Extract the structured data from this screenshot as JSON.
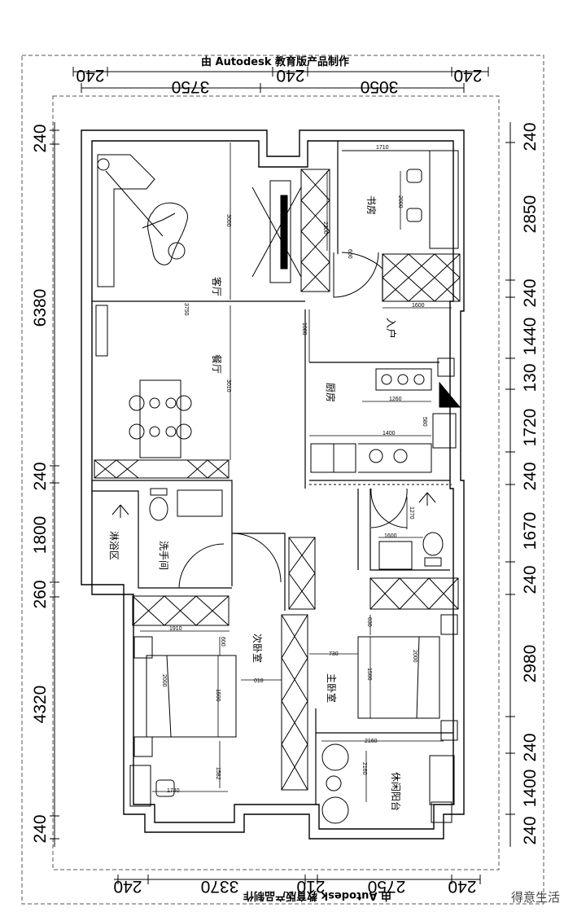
{
  "watermark": {
    "top": "由 Autodesk 教育版产品制作",
    "bottom": "由 Autodesk 教育版产品制作",
    "corner": "得意生活"
  },
  "dimensions": {
    "top": [
      "240",
      "240",
      "240",
      "3750",
      "3050"
    ],
    "bottom": [
      "240",
      "3370",
      "210",
      "2750",
      "240"
    ],
    "left": [
      "240",
      "6380",
      "240",
      "1800",
      "260",
      "4320",
      "240"
    ],
    "right": [
      "240",
      "2850",
      "240",
      "1440",
      "130",
      "1720",
      "240",
      "1670",
      "240",
      "2980",
      "240",
      "1400",
      "240"
    ]
  },
  "rooms": {
    "living": "客厅",
    "dining": "餐厅",
    "study": "书房",
    "entry": "入户",
    "kitchen": "厨房",
    "shower": "淋浴区",
    "washroom": "洗手间",
    "second_bedroom": "次卧室",
    "master_bedroom": "主卧室",
    "balcony": "休闲阳台"
  },
  "inner_dims": {
    "d3000": "3000",
    "d3750": "3750",
    "d3010": "3010",
    "d1710": "1710",
    "d2000a": "2000",
    "d2300": "2300",
    "d600": "600",
    "d1600a": "1600",
    "d1080": "1080",
    "d1260": "1260",
    "d1400": "1400",
    "d580": "580",
    "d1910": "1910",
    "d1270": "1270",
    "d1600b": "1600",
    "d600b": "600",
    "d2000b": "2000",
    "d1500a": "1500",
    "d018": "018",
    "d730": "730",
    "d2000c": "2000",
    "d1500b": "1500",
    "d630": "630",
    "d2160": "2160",
    "d2160b": "2160",
    "d1740": "1740",
    "d1582": "1582"
  }
}
